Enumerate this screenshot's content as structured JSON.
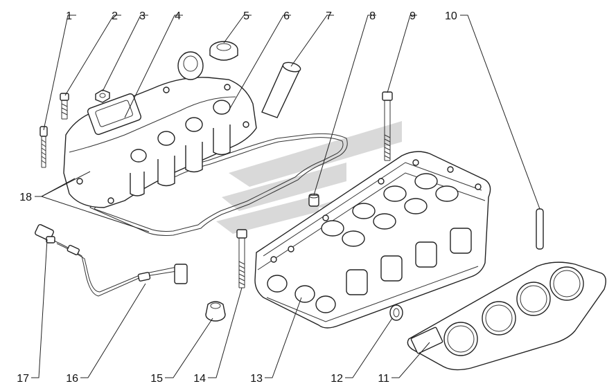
{
  "callouts": [
    {
      "id": "1",
      "label": "1"
    },
    {
      "id": "2",
      "label": "2"
    },
    {
      "id": "3",
      "label": "3"
    },
    {
      "id": "4",
      "label": "4"
    },
    {
      "id": "5",
      "label": "5"
    },
    {
      "id": "6",
      "label": "6"
    },
    {
      "id": "7",
      "label": "7"
    },
    {
      "id": "8",
      "label": "8"
    },
    {
      "id": "9",
      "label": "9"
    },
    {
      "id": "10",
      "label": "10"
    },
    {
      "id": "11",
      "label": "11"
    },
    {
      "id": "12",
      "label": "12"
    },
    {
      "id": "13",
      "label": "13"
    },
    {
      "id": "14",
      "label": "14"
    },
    {
      "id": "15",
      "label": "15"
    },
    {
      "id": "16",
      "label": "16"
    },
    {
      "id": "17",
      "label": "17"
    },
    {
      "id": "18",
      "label": "18"
    }
  ],
  "colors": {
    "line": "#222222",
    "watermark": "#d9d9d9",
    "background": "#ffffff"
  }
}
